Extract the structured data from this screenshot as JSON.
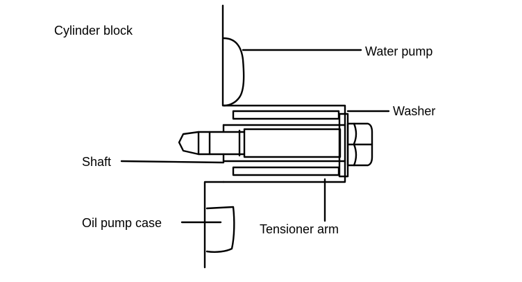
{
  "labels": {
    "cylinder_block": "Cylinder block",
    "water_pump": "Water pump",
    "washer": "Washer",
    "shaft": "Shaft",
    "oil_pump_case": "Oil pump case",
    "tensioner_arm": "Tensioner arm"
  },
  "colors": {
    "ink": "#000000",
    "paper": "#ffffff"
  }
}
